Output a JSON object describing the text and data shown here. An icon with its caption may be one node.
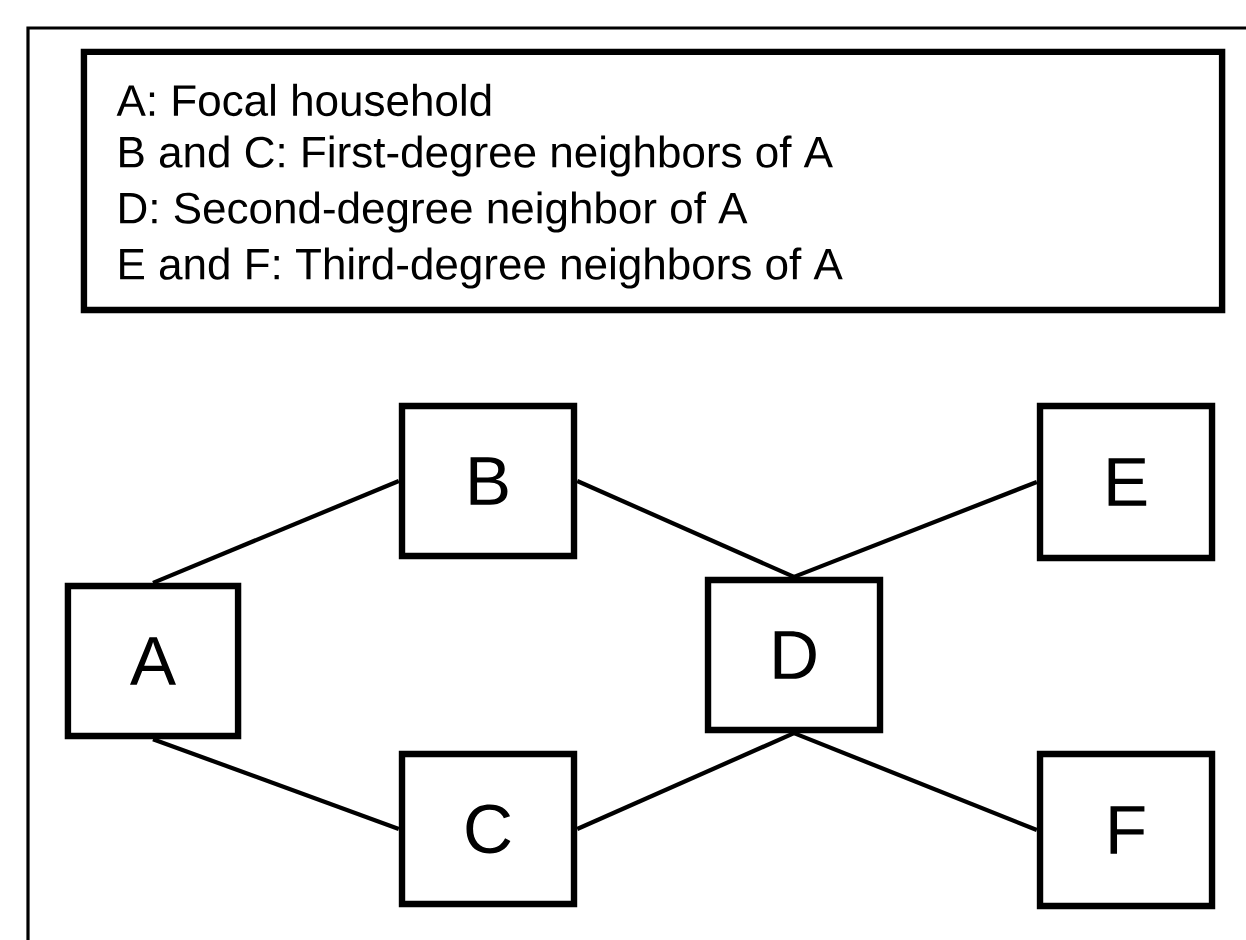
{
  "diagram": {
    "nodes": [
      {
        "text": [
          "A: Focal household",
          "B and C: First-degree neighbors of A",
          "D: Second-degree neighbor of A",
          "E and F: Third-degree neighbors of A"
        ]
      },
      {
        "text": [
          "A"
        ]
      },
      {
        "text": [
          "B"
        ]
      },
      {
        "text": [
          "C"
        ]
      },
      {
        "text": [
          "D"
        ]
      },
      {
        "text": [
          "E"
        ]
      },
      {
        "text": [
          "F"
        ]
      }
    ],
    "edges": [
      {
        "from": 1,
        "to": 2,
        "arrow": "none"
      },
      {
        "from": 1,
        "to": 3,
        "arrow": "none"
      },
      {
        "from": 2,
        "to": 4,
        "arrow": "none"
      },
      {
        "from": 3,
        "to": 4,
        "arrow": "none"
      },
      {
        "from": 4,
        "to": 5,
        "arrow": "none"
      },
      {
        "from": 4,
        "to": 6,
        "arrow": "none"
      }
    ]
  }
}
